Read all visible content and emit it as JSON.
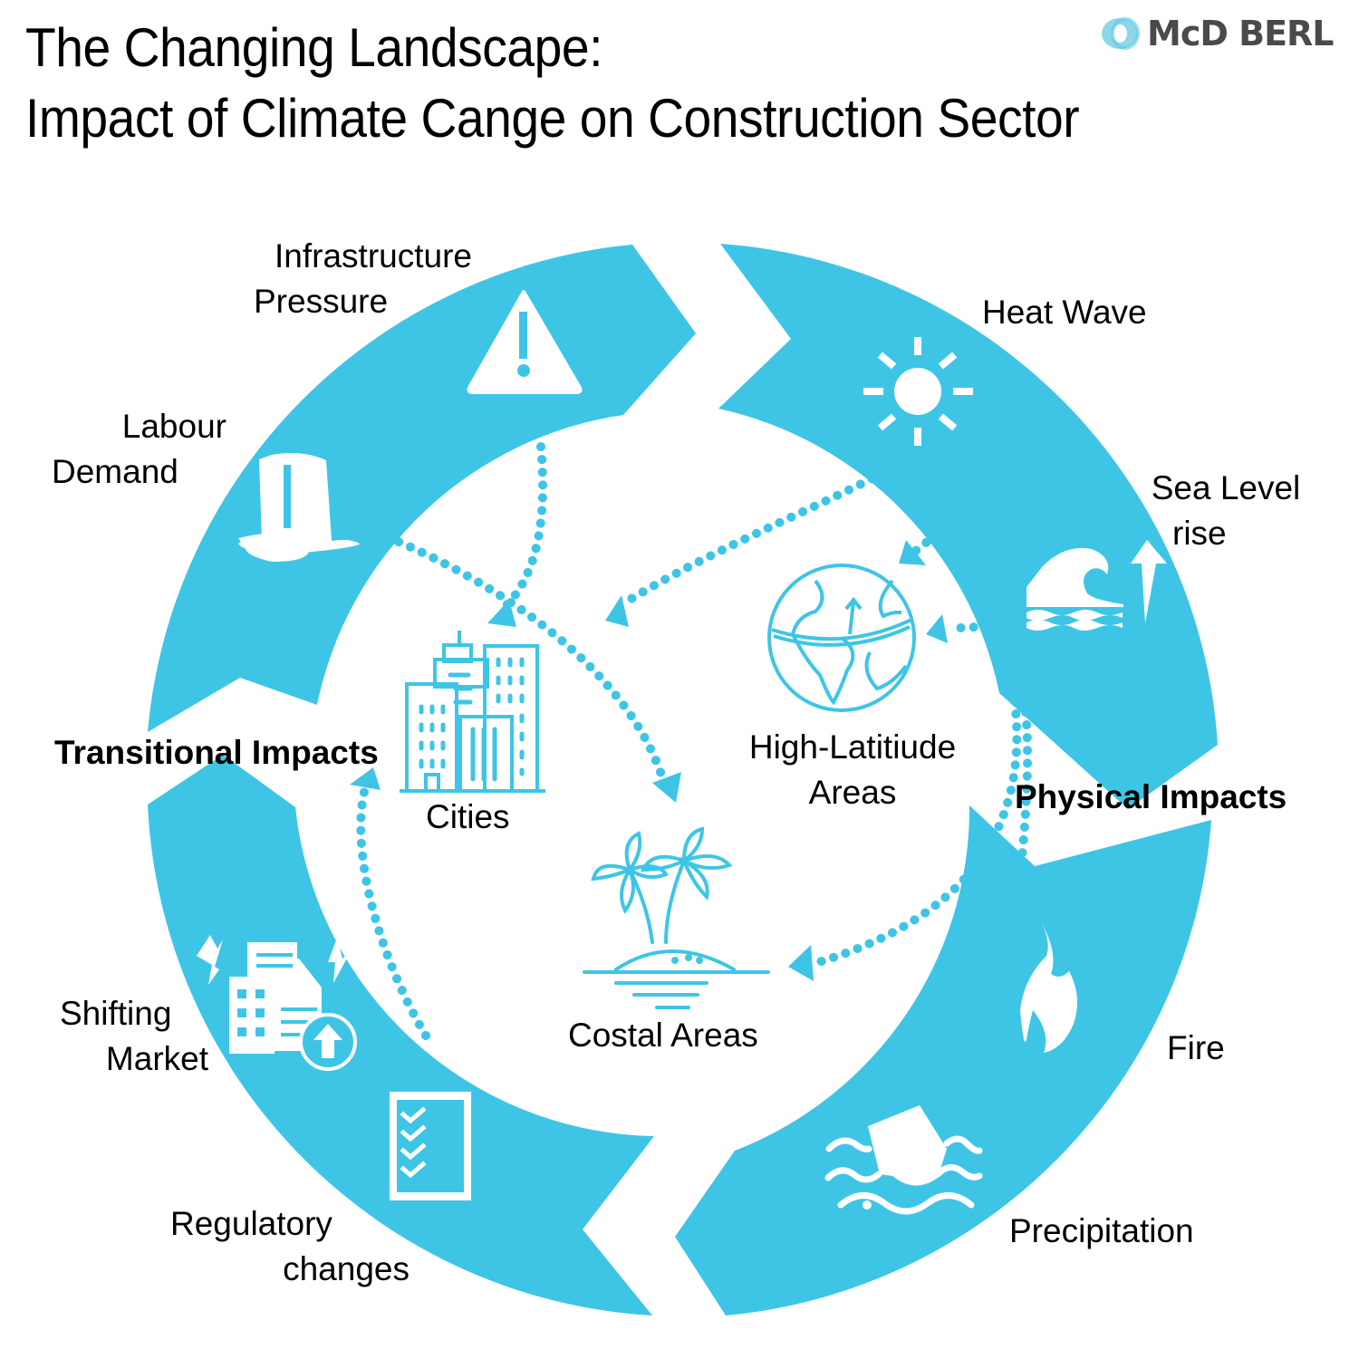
{
  "header": {
    "title_line1": "The Changing Landscape:",
    "title_line2": "Impact of Climate Cange on Construction Sector"
  },
  "logo": {
    "text": "McD BERL",
    "icon": "ring-logo-icon"
  },
  "colors": {
    "accent": "#3ec5e6",
    "text": "#000000",
    "logo_text": "#4a4a4a",
    "background": "#ffffff"
  },
  "ring": {
    "physical_label": "Physical Impacts",
    "transitional_label": "Transitional Impacts"
  },
  "physical_impacts": [
    {
      "label_line1": "Heat Wave",
      "label_line2": "",
      "icon": "sun-icon"
    },
    {
      "label_line1": "Sea Level",
      "label_line2": "rise",
      "icon": "wave-rise-icon"
    },
    {
      "label_line1": "Fire",
      "label_line2": "",
      "icon": "flame-icon"
    },
    {
      "label_line1": "Precipitation",
      "label_line2": "",
      "icon": "flood-icon"
    }
  ],
  "transitional_impacts": [
    {
      "label_line1": "Regulatory",
      "label_line2": "changes",
      "icon": "checklist-icon"
    },
    {
      "label_line1": "Shifting",
      "label_line2": "Market",
      "icon": "market-shift-icon"
    },
    {
      "label_line1": "Labour",
      "label_line2": "Demand",
      "icon": "top-hat-icon"
    },
    {
      "label_line1": "Infrastructure",
      "label_line2": "Pressure",
      "icon": "warning-icon"
    }
  ],
  "centre_areas": [
    {
      "label": "Cities",
      "icon": "city-buildings-icon"
    },
    {
      "label_line1": "High-Latitiude",
      "label_line2": "Areas",
      "icon": "globe-icon"
    },
    {
      "label": "Costal Areas",
      "icon": "palm-island-icon"
    }
  ]
}
